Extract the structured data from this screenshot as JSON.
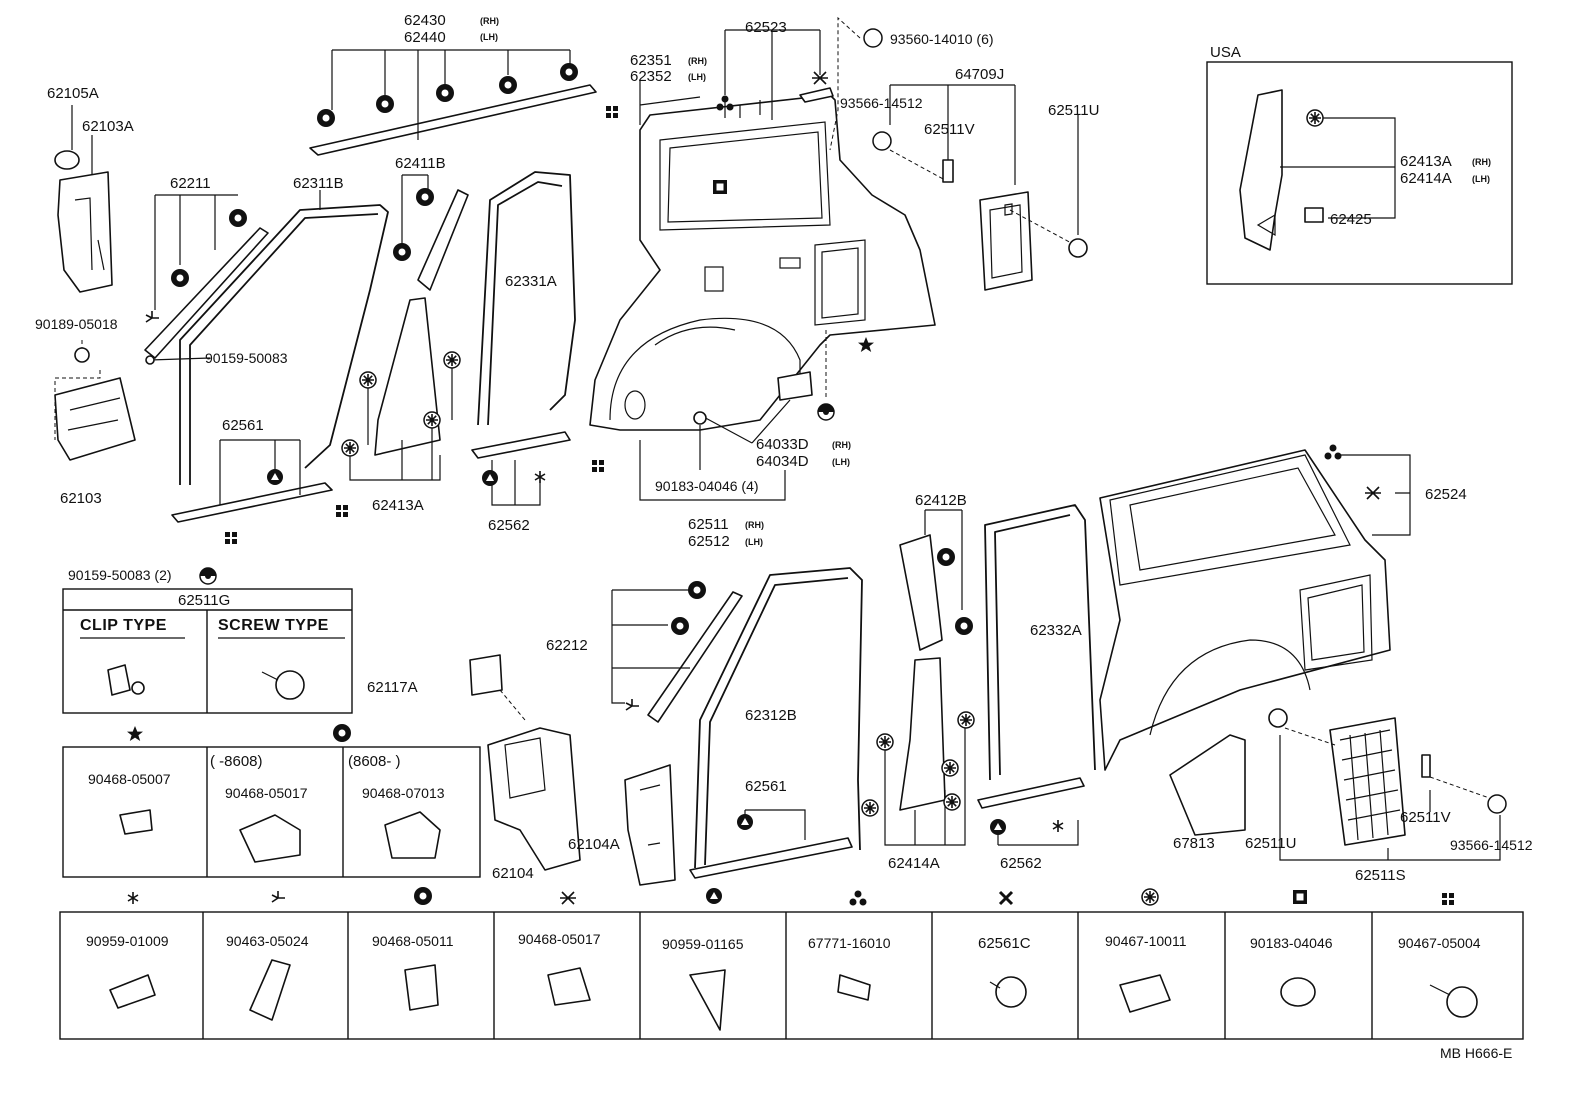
{
  "part_numbers": {
    "p62105A": "62105A",
    "p62103A": "62103A",
    "p62103": "62103",
    "p62211": "62211",
    "p62311B": "62311B",
    "p62411B": "62411B",
    "p62430": "62430",
    "p62440": "62440",
    "p62523": "62523",
    "p62351": "62351",
    "p62352": "62352",
    "p93560": "93560-14010 (6)",
    "p64709J": "64709J",
    "p93566a": "93566-14512",
    "p62511V_a": "62511V",
    "p62511U_a": "62511U",
    "p62331A": "62331A",
    "p90189": "90189-05018",
    "p90159a": "90159-50083",
    "p62561_a": "62561",
    "p62413A_a": "62413A",
    "p62562_a": "62562",
    "p64033D": "64033D",
    "p64034D": "64034D",
    "p90183": "90183-04046 (4)",
    "p62511": "62511",
    "p62512": "62512",
    "p90159b": "90159-50083 (2)",
    "p62412B": "62412B",
    "p62524": "62524",
    "p62212": "62212",
    "p62117A": "62117A",
    "p62312B": "62312B",
    "p62332A": "62332A",
    "p62104": "62104",
    "p62104A": "62104A",
    "p62561_b": "62561",
    "p62414A_b": "62414A",
    "p62562_b": "62562",
    "p67813": "67813",
    "p62511U_b": "62511U",
    "p62511V_b": "62511V",
    "p93566b": "93566-14512",
    "p62511S": "62511S",
    "usa_label": "USA",
    "p62413A_usa": "62413A",
    "p62414A_usa": "62414A",
    "p62425": "62425"
  },
  "side_marks": {
    "rh": "(RH)",
    "lh": "(LH)"
  },
  "clip_table": {
    "part": "62511G",
    "col1": "CLIP TYPE",
    "col2": "SCREW TYPE"
  },
  "fastener_table_top": {
    "c1_part": "90468-05007",
    "c2_range": "(      -8608)",
    "c2_part": "90468-05017",
    "c3_range": "(8608-        )",
    "c3_part": "90468-07013"
  },
  "fastener_table_bottom": [
    {
      "part": "90959-01009"
    },
    {
      "part": "90463-05024"
    },
    {
      "part": "90468-05011"
    },
    {
      "part": "90468-05017"
    },
    {
      "part": "90959-01165"
    },
    {
      "part": "67771-16010"
    },
    {
      "part": "62561C"
    },
    {
      "part": "90467-10011"
    },
    {
      "part": "90183-04046"
    },
    {
      "part": "90467-05004"
    }
  ],
  "drawing_code": "MB  H666-E"
}
